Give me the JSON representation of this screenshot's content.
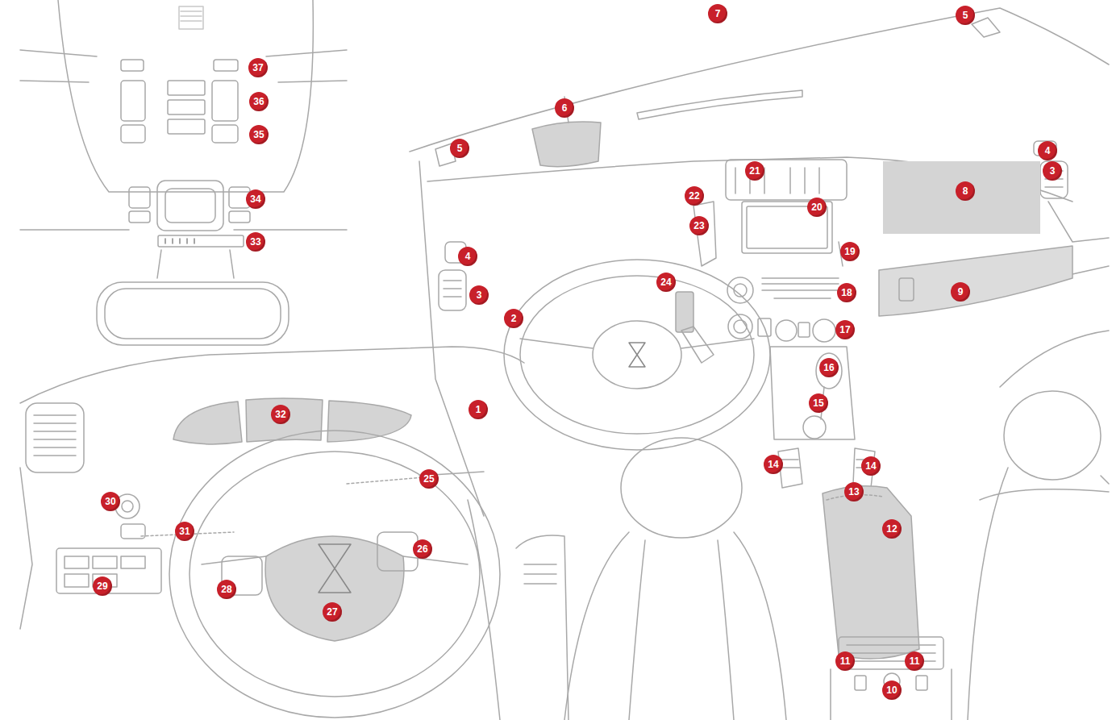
{
  "diagram": {
    "labels": [
      "1",
      "2",
      "3",
      "3",
      "4",
      "4",
      "5",
      "5",
      "6",
      "7",
      "8",
      "9",
      "10",
      "11",
      "11",
      "12",
      "13",
      "14",
      "14",
      "15",
      "16",
      "17",
      "18",
      "19",
      "20",
      "21",
      "22",
      "23",
      "24",
      "25",
      "26",
      "27",
      "28",
      "29",
      "30",
      "31",
      "32",
      "33",
      "34",
      "35",
      "36",
      "37"
    ]
  }
}
